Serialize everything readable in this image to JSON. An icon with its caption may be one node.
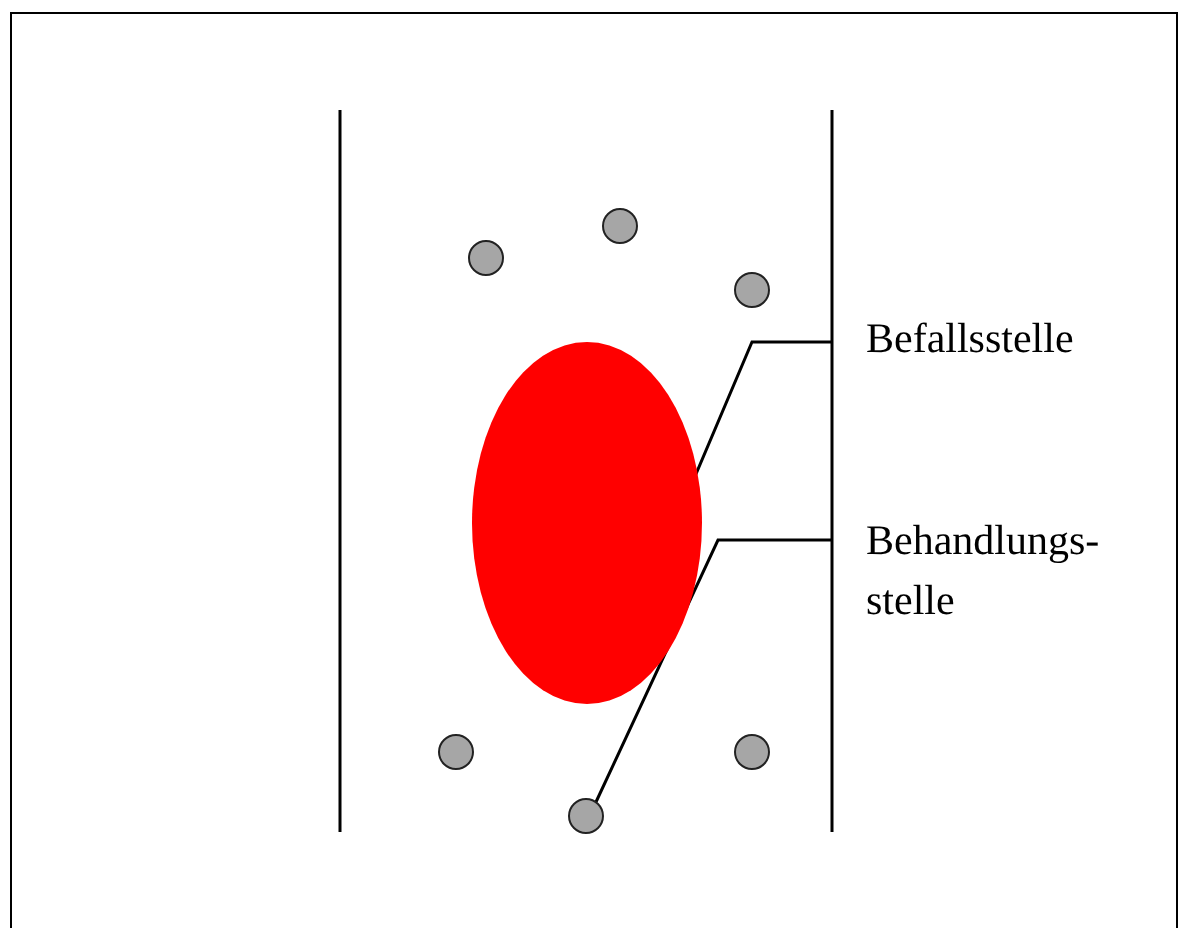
{
  "diagram": {
    "nodes": [
      {
        "text": [],
        "shape": "circle"
      },
      {
        "text": [],
        "shape": "circle"
      },
      {
        "text": [],
        "shape": "circle"
      },
      {
        "text": [
          "Befallsstelle"
        ]
      },
      {
        "text": [],
        "shape": "ellipse"
      },
      {
        "text": [
          "Behandlungs- stelle"
        ]
      },
      {
        "text": [],
        "shape": "circle"
      },
      {
        "text": [],
        "shape": "circle"
      },
      {
        "text": [],
        "shape": "circle"
      }
    ],
    "edges": [
      {
        "from": 3,
        "to": 4,
        "arrow": "none"
      },
      {
        "from": 5,
        "to": 8,
        "arrow": "none"
      }
    ]
  }
}
